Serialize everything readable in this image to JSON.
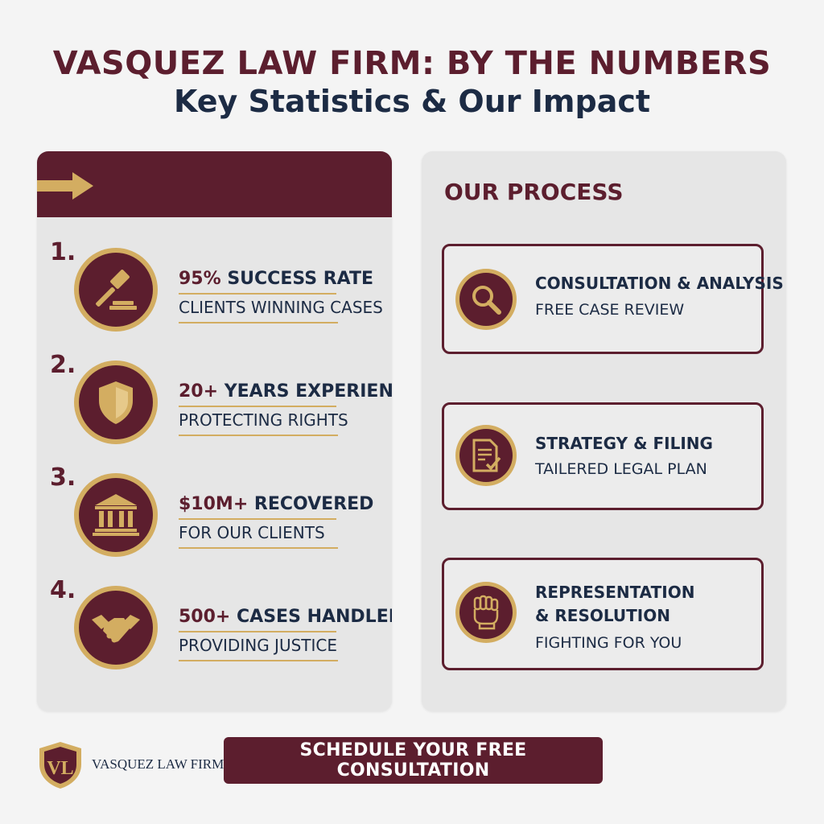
{
  "header": {
    "title": "VASQUEZ LAW FIRM: BY THE NUMBERS",
    "subtitle": "Key Statistics & Our Impact"
  },
  "stats": [
    {
      "number": "1.",
      "highlight": "95%",
      "rest": " SUCCESS RATE",
      "sub": "CLIENTS WINNING CASES",
      "icon": "gavel-icon"
    },
    {
      "number": "2.",
      "highlight": "20+",
      "rest": " YEARS EXPERIENCE",
      "sub": "PROTECTING RIGHTS",
      "icon": "shield-icon"
    },
    {
      "number": "3.",
      "highlight": "$10M+",
      "rest": " RECOVERED",
      "sub": "FOR OUR CLIENTS",
      "icon": "courthouse-icon"
    },
    {
      "number": "4.",
      "highlight": "500+",
      "rest": " CASES HANDLED",
      "sub": "PROVIDING JUSTICE",
      "icon": "handshake-icon"
    }
  ],
  "process": {
    "title": "OUR PROCESS",
    "steps": [
      {
        "title_lines": [
          "CONSULTATION & ANALYSIS"
        ],
        "sub": "FREE CASE REVIEW",
        "icon": "magnifier-icon"
      },
      {
        "title_lines": [
          "STRATEGY & FILING"
        ],
        "sub": "TAILERED LEGAL PLAN",
        "icon": "document-check-icon"
      },
      {
        "title_lines": [
          "REPRESENTATION",
          "& RESOLUTION"
        ],
        "sub": "FIGHTING FOR YOU",
        "icon": "raised-fist-icon"
      }
    ]
  },
  "footer": {
    "logo_text": "VL",
    "brand": "VASQUEZ LAW FIRM",
    "cta": "SCHEDULE YOUR FREE CONSULTATION"
  },
  "colors": {
    "maroon": "#5c1e2e",
    "gold": "#d3ad61",
    "navy": "#1c2b44",
    "panel": "#e6e6e6",
    "background": "#f4f4f4"
  }
}
